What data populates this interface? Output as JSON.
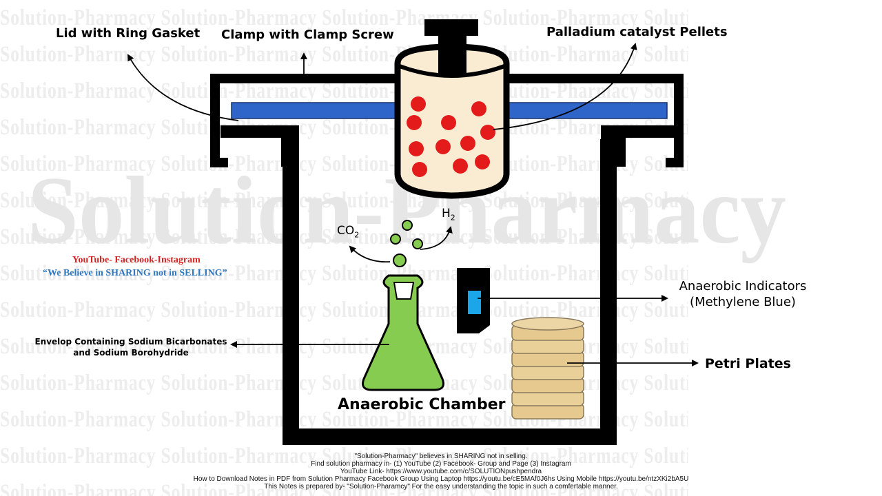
{
  "watermark": {
    "text": "Solution-Pharmacy",
    "large_text": "Solution-Pharmacy"
  },
  "labels": {
    "lid": "Lid with Ring Gasket",
    "clamp": "Clamp with Clamp Screw",
    "catalyst": "Palladium catalyst Pellets",
    "co2": "CO",
    "co2_sub": "2",
    "h2": "H",
    "h2_sub": "2",
    "indicators_line1": "Anaerobic Indicators",
    "indicators_line2": "(Methylene Blue)",
    "envelope_line1": "Envelop Containing Sodium Bicarbonates",
    "envelope_line2": "and Sodium Borohydride",
    "petri": "Petri Plates",
    "chamber": "Anaerobic Chamber"
  },
  "promo": {
    "line1": "YouTube-  Facebook-Instagram",
    "line2": "“We Believe in SHARING not in SELLING”"
  },
  "footer": [
    "\"Solution-Pharmacy\" believes in SHARING not in selling.",
    "Find solution pharmacy in- (1) YouTube (2) Facebook- Group and Page (3) Instagram",
    "YouTube Link- https://www.youtube.com/c/SOLUTIONpushpendra",
    "How to Download Notes in PDF from Solution Pharmacy Facebook Group Using Laptop https://youtu.be/cE5MAf0J6hs Using Mobile https://youtu.be/ntzXKi2bA5U",
    "This Notes is prepared by- \"Solution-Pharamcy\" For the easy understanding the topic in such a comfertable manner."
  ],
  "colors": {
    "outline": "#000000",
    "gasket": "#2f64c8",
    "catalyst_jar": "#f9ecd3",
    "pellet": "#e31b1b",
    "flask": "#86cc50",
    "indicator": "#1aa6e8",
    "petri": "#e6c98e"
  }
}
